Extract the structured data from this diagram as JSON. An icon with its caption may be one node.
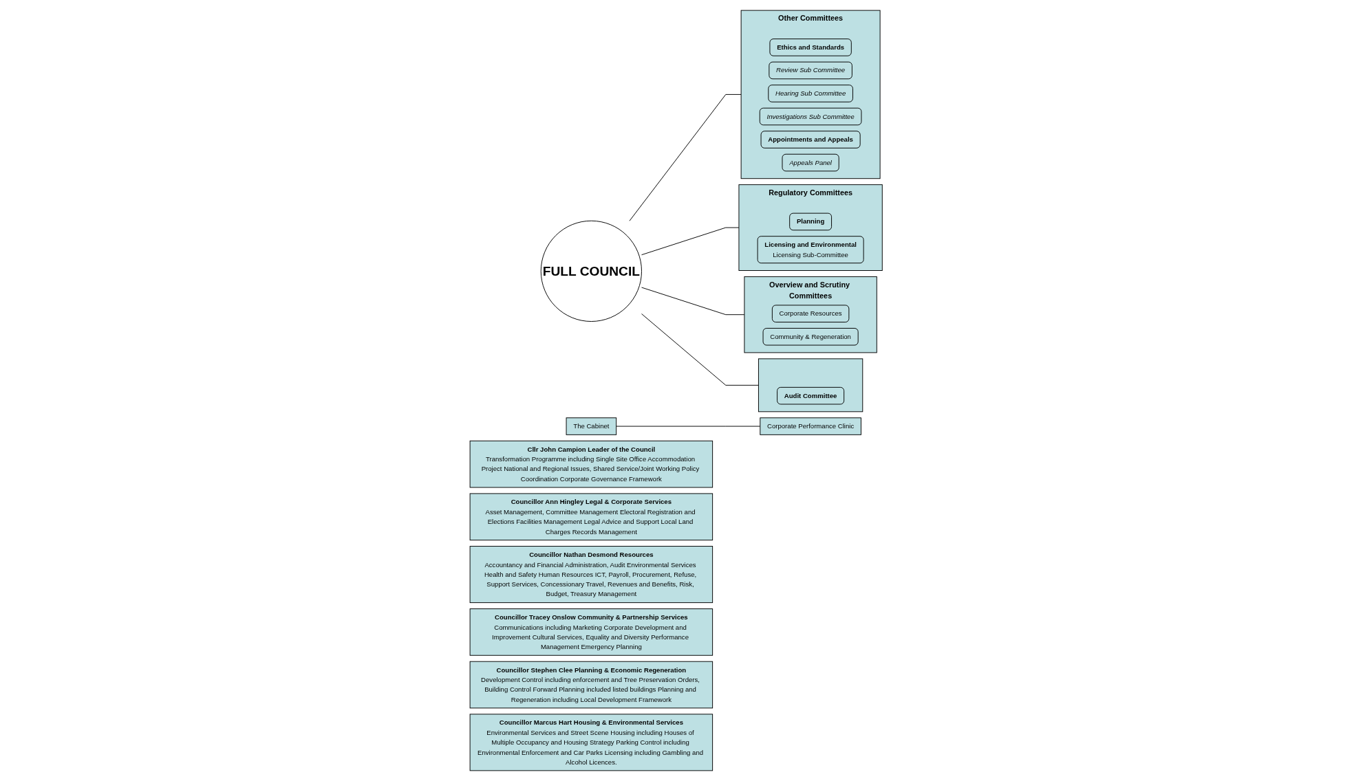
{
  "diagram": {
    "nodes": [
      {
        "text": [
          "Other Committees"
        ]
      },
      {
        "text": [
          "Ethics and Standards"
        ],
        "in": 0
      },
      {
        "text": [
          "Review Sub Committee"
        ],
        "in": 0
      },
      {
        "text": [
          "Hearing Sub Committee"
        ],
        "in": 0
      },
      {
        "text": [
          "Investigations Sub Committee"
        ],
        "in": 0
      },
      {
        "text": [
          "Appointments and Appeals"
        ],
        "in": 0
      },
      {
        "text": [
          "Appeals Panel"
        ],
        "in": 0
      },
      {
        "text": [
          "FULL COUNCIL"
        ]
      },
      {
        "text": [
          "Regulatory Committees"
        ]
      },
      {
        "text": [
          "Planning"
        ],
        "in": 8
      },
      {
        "text": [
          "Licensing and Environmental",
          "Licensing Sub-Committee"
        ],
        "in": 8
      },
      {
        "text": [
          "Overview and Scrutiny Committees"
        ]
      },
      {
        "text": [
          "Corporate Resources"
        ],
        "in": 11
      },
      {
        "text": [
          "Community & Regeneration"
        ],
        "in": 11
      },
      {
        "text": [],
        "shape": "box"
      },
      {
        "text": [
          "Audit Committee"
        ],
        "in": 14
      },
      {
        "text": [
          "The Cabinet"
        ]
      },
      {
        "text": [
          "Cllr John Campion Leader of the Council",
          "Transformation Programme including Single Site Office Accommodation Project National and Regional Issues, Shared Service/Joint Working Policy Coordination Corporate Governance Framework"
        ]
      },
      {
        "text": [
          "Councillor Ann Hingley Legal & Corporate Services",
          "Asset Management, Committee Management Electoral Registration and Elections Facilities Management Legal Advice and Support Local Land Charges Records Management"
        ]
      },
      {
        "text": [
          "Councillor Nathan Desmond Resources",
          "Accountancy and Financial Administration, Audit Environmental Services Health and Safety Human Resources ICT, Payroll, Procurement, Refuse, Support Services, Concessionary Travel, Revenues and Benefits, Risk, Budget, Treasury Management"
        ]
      },
      {
        "text": [
          "Councillor Tracey Onslow Community & Partnership Services",
          "Communications including Marketing Corporate Development and Improvement Cultural Services, Equality and Diversity Performance Management Emergency Planning"
        ]
      },
      {
        "text": [
          "Councillor Stephen Clee Planning & Economic Regeneration",
          "Development Control including enforcement and Tree Preservation Orders, Building Control Forward Planning included listed buildings Planning and Regeneration including Local Development Framework"
        ]
      },
      {
        "text": [
          "Councillor Marcus Hart Housing & Environmental Services",
          "Environmental Services and Street Scene Housing including Houses of Multiple Occupancy and Housing Strategy Parking Control including Environmental Enforcement and Car Parks Licensing including Gambling and Alcohol Licences."
        ]
      },
      {
        "text": [
          "Corporate Performance Clinic"
        ]
      }
    ],
    "edges": [
      {
        "from": 7,
        "to": 0,
        "arrow": "none"
      },
      {
        "from": 7,
        "to": 8,
        "arrow": "none"
      },
      {
        "from": 7,
        "to": 11,
        "arrow": "none"
      },
      {
        "from": 7,
        "to": 14,
        "arrow": "none"
      },
      {
        "from": 16,
        "to": 23,
        "arrow": "none"
      }
    ]
  }
}
